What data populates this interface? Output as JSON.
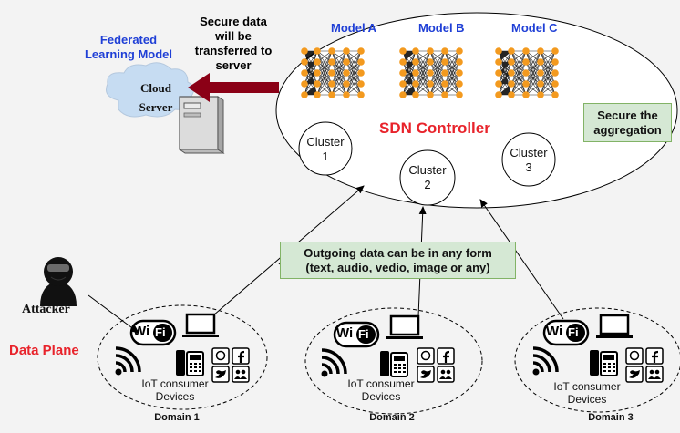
{
  "title": {
    "line1": "Federated",
    "line2": "Learning Model"
  },
  "secure_transfer": {
    "line1": "Secure data",
    "line2": "will be",
    "line3": "transferred to",
    "line4": "server"
  },
  "cloud": {
    "line1": "Cloud",
    "line2": "Server"
  },
  "models": [
    "Model A",
    "Model B",
    "Model C"
  ],
  "controller_label": "SDN Controller",
  "secure_aggregation": {
    "line1": "Secure the",
    "line2": "aggregation"
  },
  "clusters": [
    {
      "line1": "Cluster",
      "line2": "1"
    },
    {
      "line1": "Cluster",
      "line2": "2"
    },
    {
      "line1": "Cluster",
      "line2": "3"
    }
  ],
  "outgoing_note": {
    "line1": "Outgoing data can be in any form",
    "line2": "(text, audio, vedio, image or any)"
  },
  "attacker_label": "Attacker",
  "data_plane_label": "Data Plane",
  "domains": [
    {
      "devices_line1": "IoT consumer",
      "devices_line2": "Devices",
      "name": "Domain 1"
    },
    {
      "devices_line1": "IoT consumer",
      "devices_line2": "Devices",
      "name": "Domain 2"
    },
    {
      "devices_line1": "IoT consumer",
      "devices_line2": "Devices",
      "name": "Domain 3"
    }
  ],
  "wifi_text": {
    "left": "Wi",
    "right": "Fi"
  },
  "colors": {
    "blue_text": "#1f3fd6",
    "red_text": "#e8232b",
    "arrow_red": "#8b0016",
    "neuron": "#f39a1f",
    "note_fill": "#d5e8d4",
    "note_border": "#82b366",
    "cloud": "#c6dcf2"
  }
}
